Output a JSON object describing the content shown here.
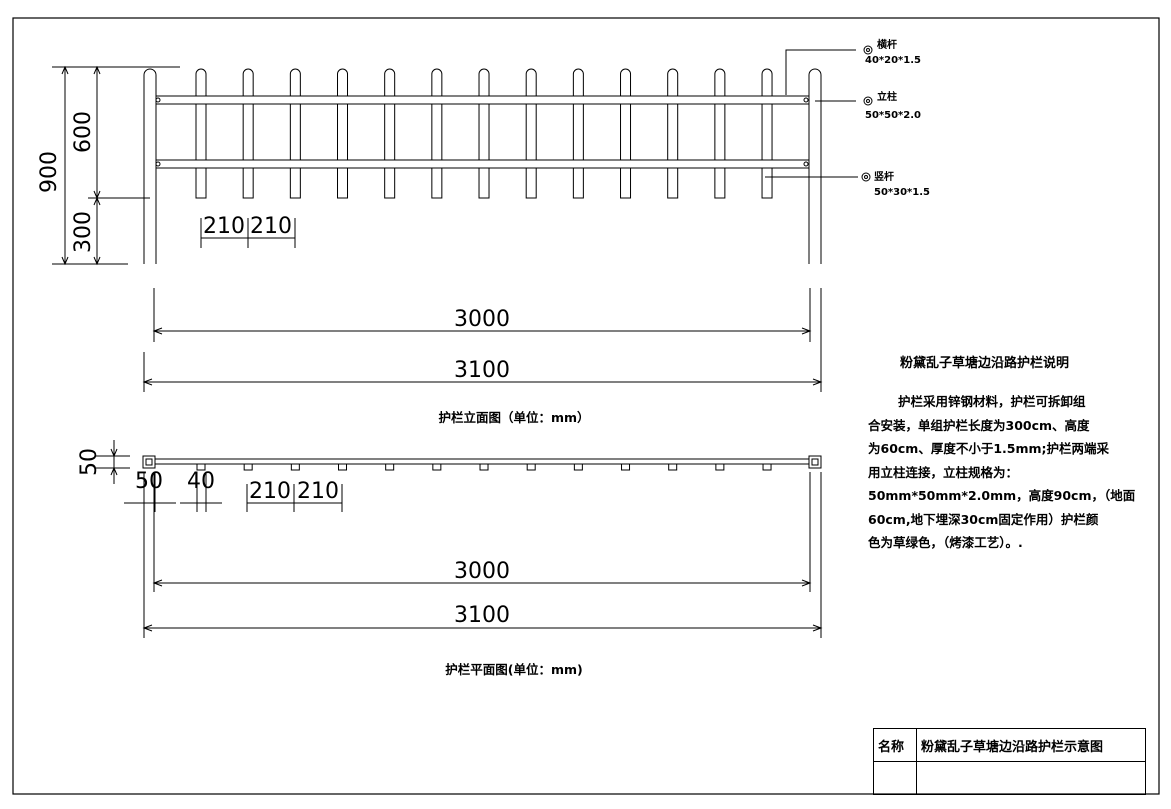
{
  "elevation": {
    "dims": {
      "total_height": "900",
      "above_ground": "600",
      "below_ground": "300",
      "picket_spacing_1": "210",
      "picket_spacing_2": "210",
      "inner_length": "3000",
      "outer_length": "3100"
    },
    "title": "护栏立面图（单位：mm）"
  },
  "plan": {
    "dims": {
      "rail_depth": "50",
      "post_width": "50",
      "picket_width": "40",
      "picket_spacing_1": "210",
      "picket_spacing_2": "210",
      "inner_length": "3000",
      "outer_length": "3100"
    },
    "title": "护栏平面图(单位：mm)"
  },
  "callouts": [
    {
      "name": "横杆",
      "spec": "40*20*1.5"
    },
    {
      "name": "立柱",
      "spec": "50*50*2.0"
    },
    {
      "name": "竖杆",
      "spec": "50*30*1.5"
    }
  ],
  "description": {
    "title": "粉黛乱子草塘边沿路护栏说明",
    "lines": [
      "护栏采用锌钢材料，护栏可拆卸组",
      "合安装，单组护栏长度为300cm、高度",
      "为60cm、厚度不小于1.5mm;护栏两端采",
      "用立柱连接，立柱规格为：",
      "50mm*50mm*2.0mm，高度90cm，（地面",
      "60cm,地下埋深30cm固定作用）护栏颜",
      "色为草绿色，（烤漆工艺）。."
    ]
  },
  "title_block": {
    "name_label": "名称",
    "name_value": "粉黛乱子草塘边沿路护栏示意图"
  },
  "colors": {
    "line": "#000000",
    "background": "#ffffff"
  }
}
